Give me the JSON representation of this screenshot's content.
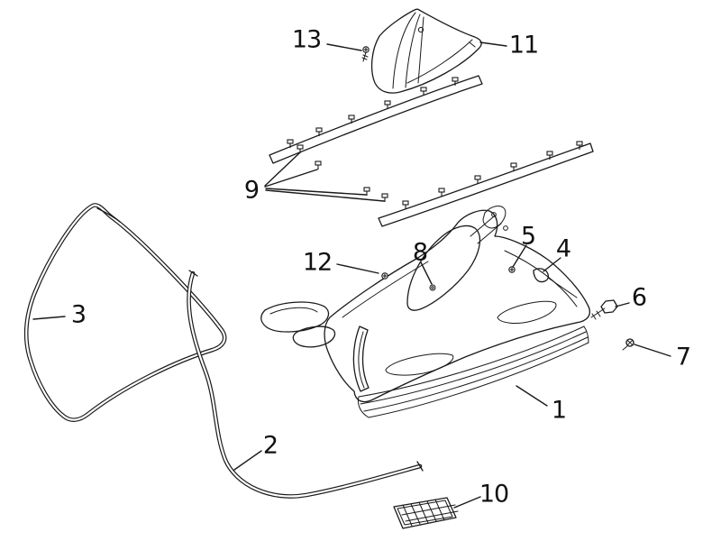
{
  "diagram": {
    "type": "exploded-parts-diagram",
    "background": "#ffffff",
    "line_color": "#1a1a1a",
    "label_color": "#111111",
    "part_labels": [
      "1",
      "2",
      "3",
      "4",
      "5",
      "6",
      "7",
      "8",
      "9",
      "10",
      "11",
      "12",
      "13"
    ]
  }
}
